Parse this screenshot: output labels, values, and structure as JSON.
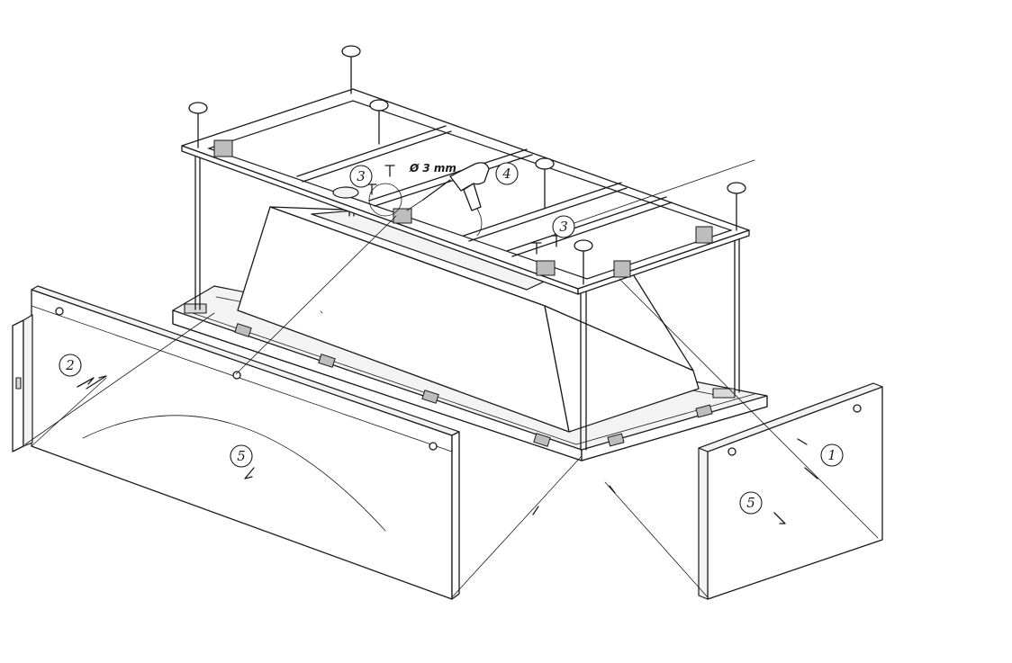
{
  "diagram": {
    "drill_spec": "Ø 3 mm",
    "callouts": {
      "c1": "1",
      "c2": "2",
      "c3_left": "3",
      "c3_right": "3",
      "c4": "4",
      "c5_left": "5",
      "c5_right": "5"
    },
    "icons": {
      "drill": "power-drill-icon",
      "screw": "screw-icon",
      "leg": "adjustable-leg-icon",
      "bracket": "mounting-bracket-icon"
    },
    "colors": {
      "ink": "#1a1a1a",
      "paper": "#ffffff"
    }
  }
}
